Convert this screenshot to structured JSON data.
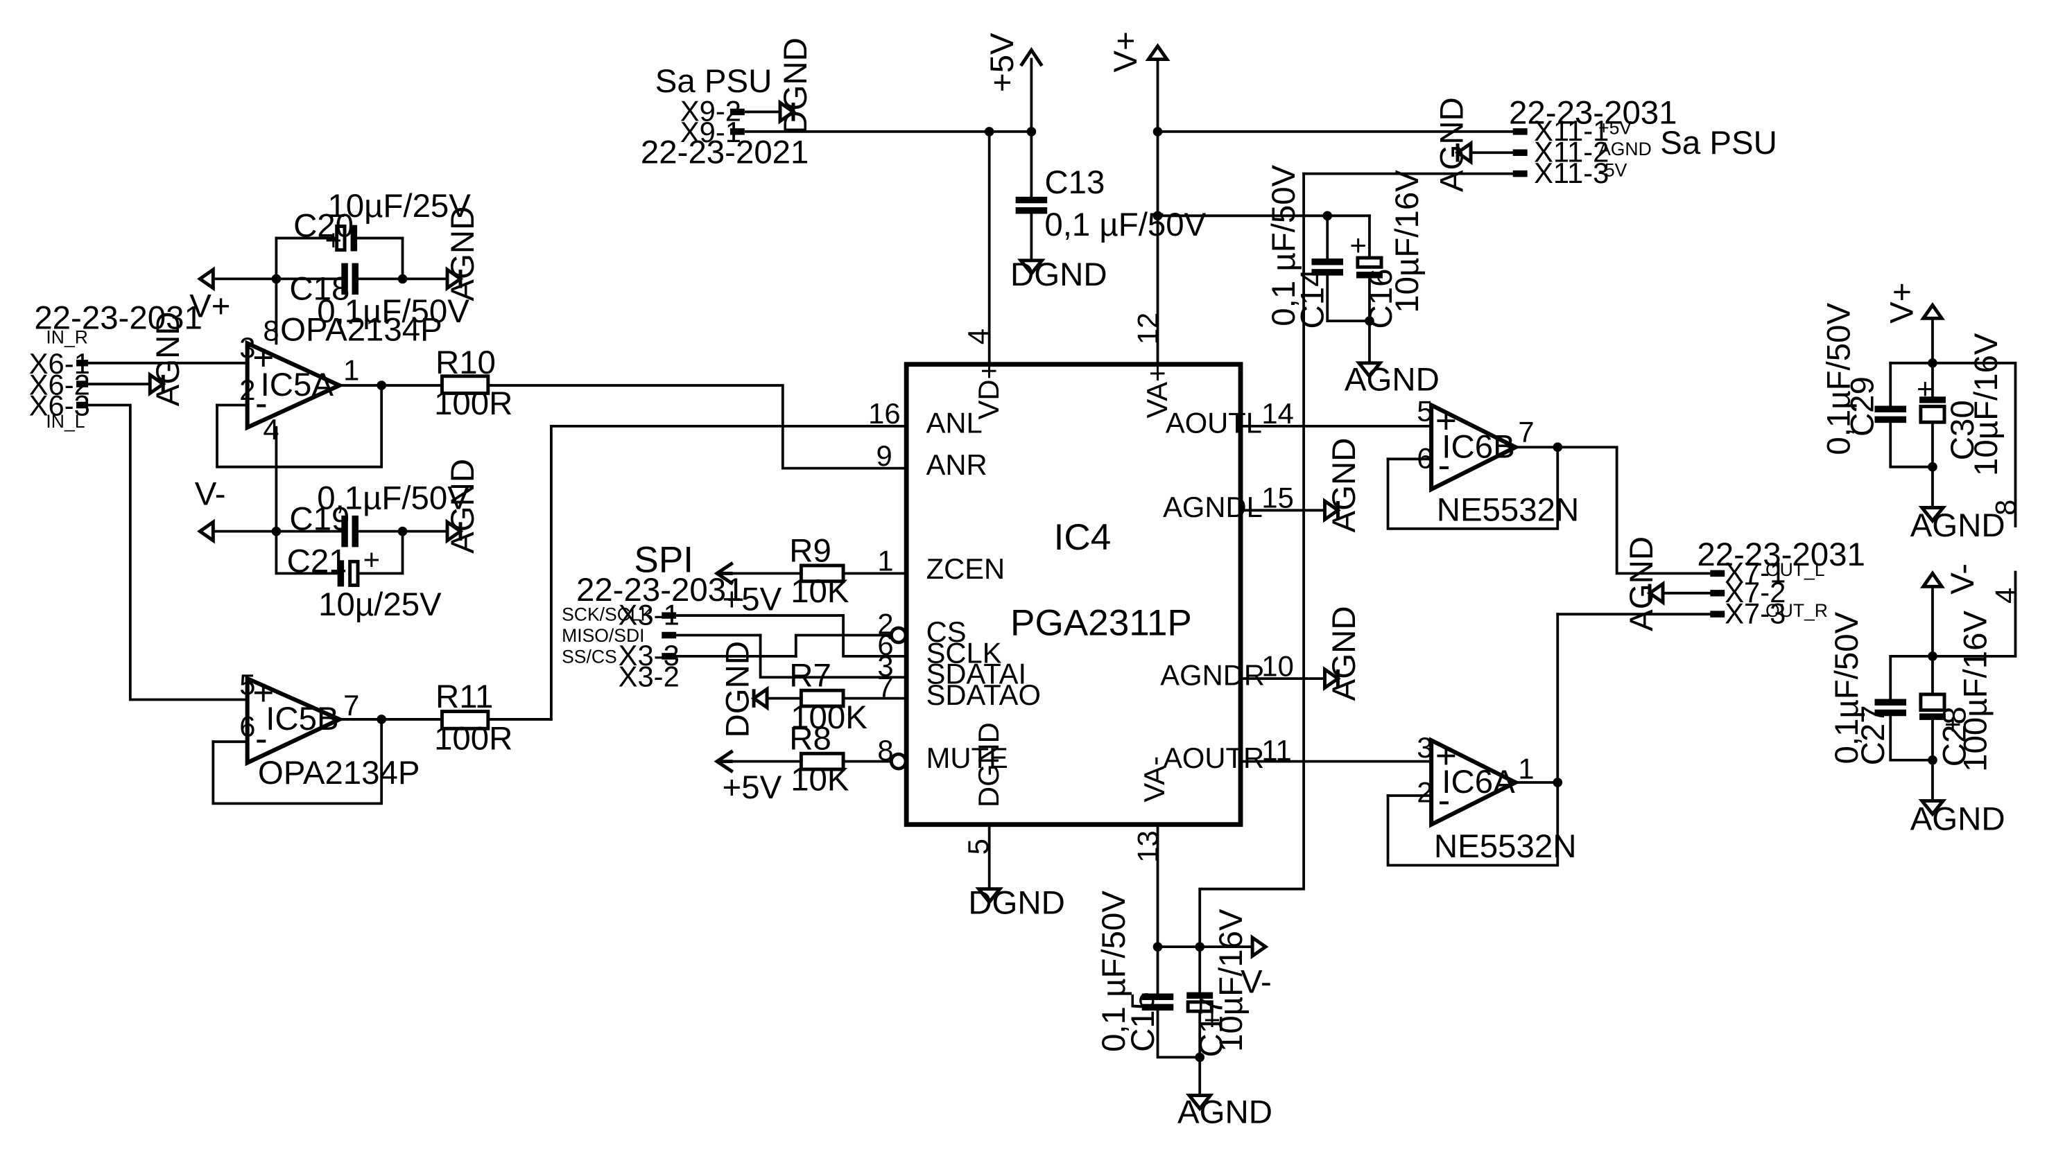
{
  "ic4": {
    "ref": "IC4",
    "part": "PGA2311P",
    "pins": {
      "anl": "ANL",
      "anr": "ANR",
      "zcen": "ZCEN",
      "cs": "CS",
      "sclk": "SCLK",
      "sdatai": "SDATAI",
      "sdatao": "SDATAO",
      "mute": "MUTE",
      "vdp": "VD+",
      "vap": "VA+",
      "dgnd": "DGND",
      "vam": "VA-",
      "aoutl": "AOUTL",
      "agndl": "AGNDL",
      "agndr": "AGNDR",
      "aoutr": "AOUTR"
    },
    "pinnums": {
      "anl": "16",
      "anr": "9",
      "zcen": "1",
      "cs": "2",
      "sclk": "6",
      "sdatai": "3",
      "sdatao": "7",
      "mute": "8",
      "vdp": "4",
      "vap": "12",
      "dgnd": "5",
      "vam": "13",
      "aoutl": "14",
      "agndl": "15",
      "agndr": "10",
      "aoutr": "11"
    }
  },
  "ic5a": {
    "ref": "IC5A",
    "part": "OPA2134P",
    "pin_plus": "3",
    "pin_minus": "2",
    "pin_out": "1",
    "pin_vp": "8",
    "pin_vm": "4"
  },
  "ic5b": {
    "ref": "IC5B",
    "part": "OPA2134P",
    "pin_plus": "5",
    "pin_minus": "6",
    "pin_out": "7"
  },
  "ic6b": {
    "ref": "IC6B",
    "part": "NE5532N",
    "pin_plus": "5",
    "pin_minus": "6",
    "pin_out": "7"
  },
  "ic6a": {
    "ref": "IC6A",
    "part": "NE5532N",
    "pin_plus": "3",
    "pin_minus": "2",
    "pin_out": "1"
  },
  "ic6_power": {
    "pin_vp": "8",
    "pin_vm": "4"
  },
  "resistors": {
    "r10": {
      "ref": "R10",
      "value": "100R"
    },
    "r11": {
      "ref": "R11",
      "value": "100R"
    },
    "r9": {
      "ref": "R9",
      "value": "10K"
    },
    "r7": {
      "ref": "R7",
      "value": "100K"
    },
    "r8": {
      "ref": "R8",
      "value": "10K"
    }
  },
  "capacitors": {
    "c20": {
      "ref": "C20",
      "value": "10µF/25V"
    },
    "c18": {
      "ref": "C18",
      "value": "0,1µF/50V"
    },
    "c19": {
      "ref": "C19",
      "value": "0,1µF/50V"
    },
    "c21": {
      "ref": "C21",
      "value": "10µ/25V"
    },
    "c13": {
      "ref": "C13",
      "value": "0,1 µF/50V"
    },
    "c14": {
      "ref": "C14",
      "value": "0,1 µF/50V"
    },
    "c16": {
      "ref": "C16",
      "value": "10µF/16V"
    },
    "c15": {
      "ref": "C15",
      "value": "0,1 µF/50V"
    },
    "c17": {
      "ref": "C17",
      "value": "10µF/16V"
    },
    "c29": {
      "ref": "C29",
      "value": "0,1µF/50V"
    },
    "c30": {
      "ref": "C30",
      "value": "10µF/16V"
    },
    "c27": {
      "ref": "C27",
      "value": "0,1µF/50V"
    },
    "c28": {
      "ref": "C28",
      "value": "100µF/16V"
    }
  },
  "connectors": {
    "x6": {
      "part": "22-23-2031",
      "pins": [
        "X6-1",
        "X6-2",
        "X6-3"
      ],
      "notes": [
        "IN_R",
        "IN_L"
      ]
    },
    "x9": {
      "title": "Sa PSU",
      "part": "22-23-2021",
      "pins": [
        "X9-2",
        "X9-1"
      ]
    },
    "x11": {
      "title": "Sa PSU",
      "part": "22-23-2031",
      "pins": [
        "X11-1",
        "X11-2",
        "X11-3"
      ],
      "notes": [
        "+5V",
        "AGND",
        "-5V"
      ]
    },
    "x3": {
      "title": "SPI",
      "part": "22-23-2031",
      "pins": [
        "X3-1",
        "X3-3",
        "X3-2"
      ],
      "notes": [
        "SCK/SCLK",
        "MISO/SDI",
        "SS/CS"
      ]
    },
    "x7": {
      "part": "22-23-2031",
      "pins": [
        "X7-1",
        "X7-2",
        "X7-3"
      ],
      "notes": [
        "OUT_L",
        "OUT_R"
      ]
    }
  },
  "nets": {
    "agnd": "AGND",
    "dgnd": "DGND",
    "vplus": "V+",
    "vminus": "V-",
    "p5v": "+5V"
  }
}
